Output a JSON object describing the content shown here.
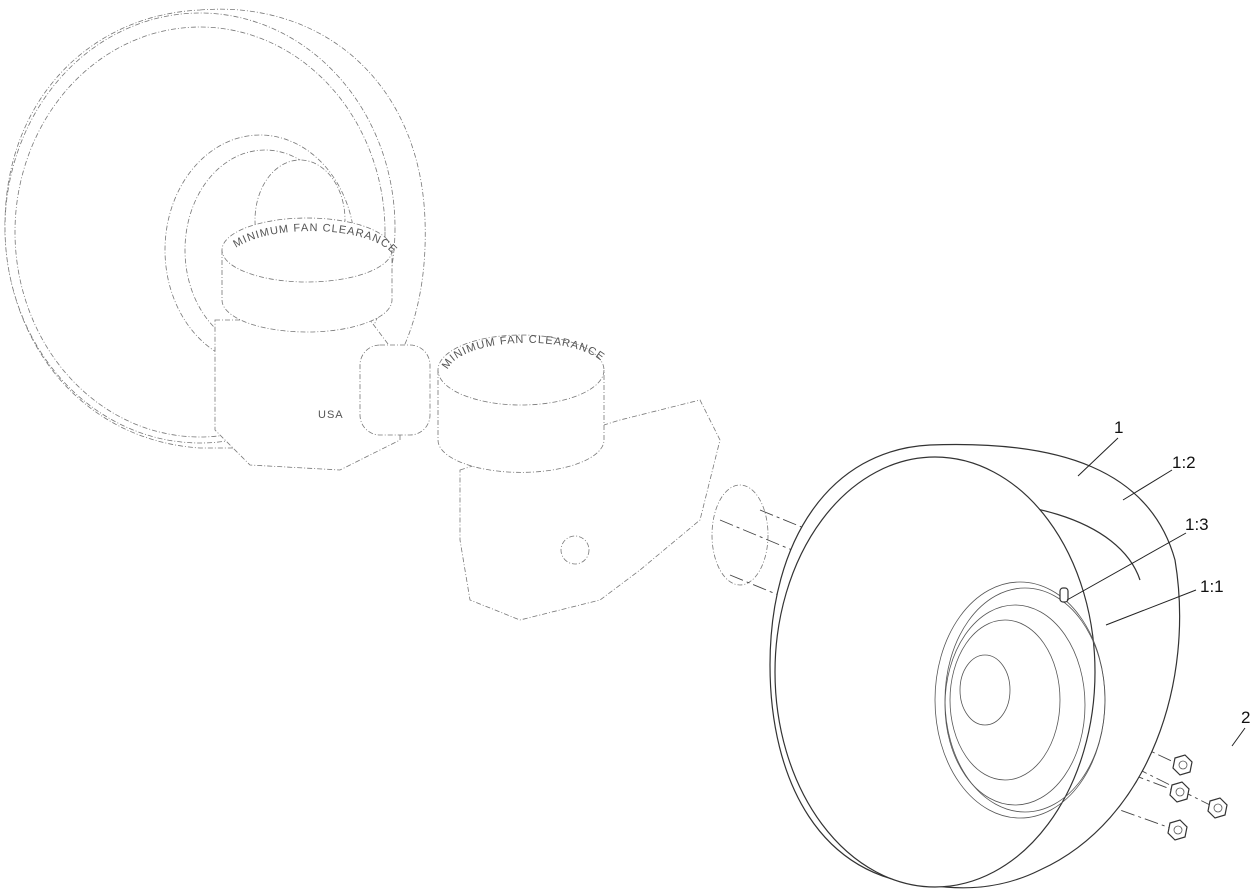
{
  "diagram": {
    "callouts": [
      {
        "id": "tire-assembly",
        "label": "1"
      },
      {
        "id": "tire",
        "label": "1:2"
      },
      {
        "id": "valve-stem",
        "label": "1:3"
      },
      {
        "id": "wheel-rim",
        "label": "1:1"
      },
      {
        "id": "lug-nut",
        "label": "2"
      }
    ],
    "stamps": {
      "fan_clearance": "MINIMUM FAN CLEARANCE",
      "origin": "USA"
    },
    "colors": {
      "line": "#333333",
      "background": "#ffffff"
    }
  }
}
